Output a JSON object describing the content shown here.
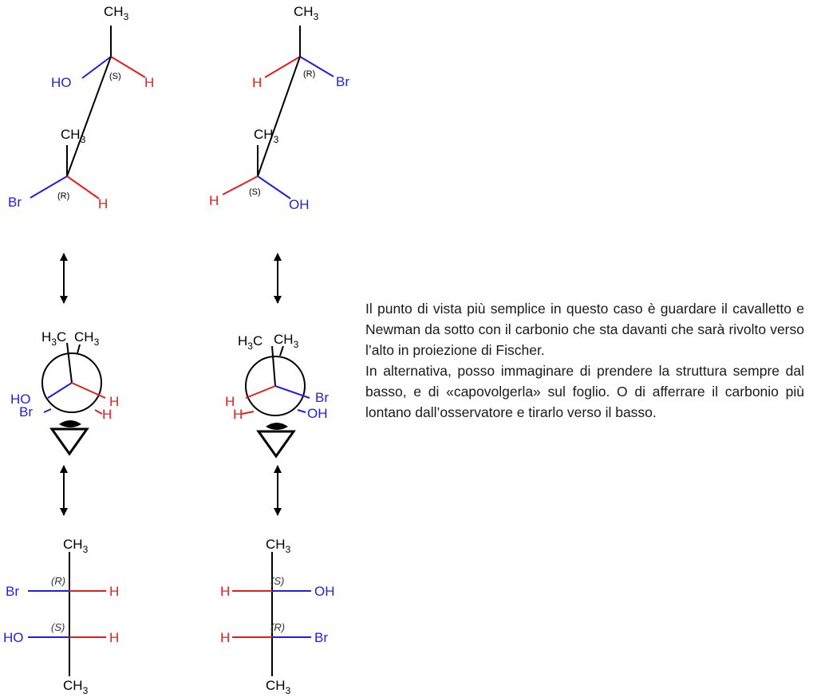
{
  "colors": {
    "blue": "#1f1fe6",
    "red": "#e61e1e",
    "black": "#000000"
  },
  "atoms": {
    "ch3": "CH",
    "sub3": "3",
    "ho": "HO",
    "oh": "OH",
    "h": "H",
    "br": "Br",
    "h3c": "H",
    "c": "C"
  },
  "config": {
    "S": "(S)",
    "R": "(R)"
  },
  "icons": {
    "arrow": "double-arrow-icon",
    "eye": "eye-observer-icon"
  },
  "text": {
    "para1": "Il punto di vista più semplice in questo caso è guardare il cavalletto e Newman da sotto con il carbonio che sta davanti che sarà rivolto verso l’alto in proiezione di Fischer.",
    "para2": "In alternativa, posso immaginare di prendere la struttura sempre dal basso, e di «capovolgerla» sul foglio. O di afferrare il carbonio più lontano dall’osservatore e tirarlo verso il basso."
  }
}
